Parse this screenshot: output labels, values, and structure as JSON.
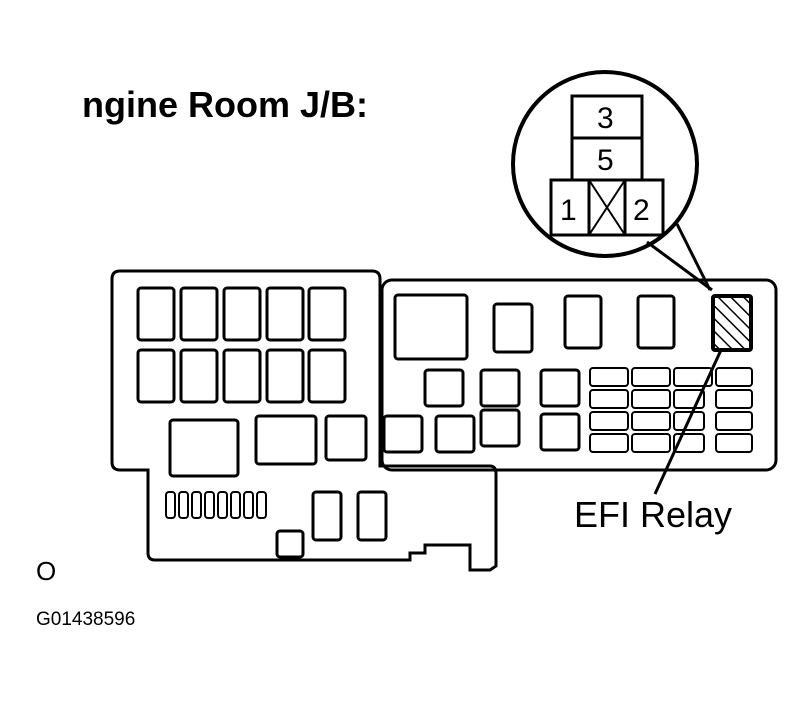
{
  "diagram": {
    "title": "ngine Room J/B:",
    "relay_label": "EFI Relay",
    "corner_mark": "O",
    "figure_code": "G01438596",
    "connector_pins": {
      "top": "3",
      "middle": "5",
      "left": "1",
      "right": "2"
    },
    "colors": {
      "ink": "#000000",
      "paper": "#ffffff"
    },
    "highlighted_component": "efi-relay",
    "icon_names": [
      "relay-connector-callout-icon",
      "hatched-relay-icon",
      "diode-cross-icon"
    ]
  }
}
